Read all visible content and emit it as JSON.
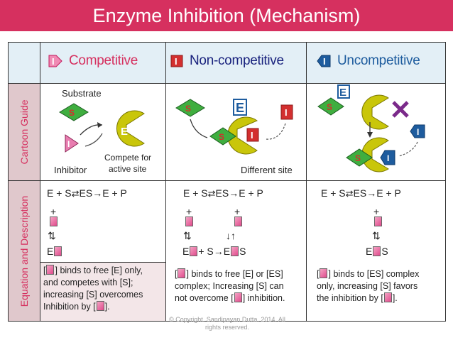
{
  "title": "Enzyme Inhibition (Mechanism)",
  "side_labels": {
    "cartoon": "Cartoon Guide",
    "equation": "Equation and Description"
  },
  "columns": [
    {
      "name": "Competitive",
      "color": "#d6305f",
      "badge": "I"
    },
    {
      "name": "Non-competitive",
      "color": "#1a237e",
      "badge": "I"
    },
    {
      "name": "Uncompetitive",
      "color": "#1e5c9e",
      "badge": "I"
    }
  ],
  "cartoon": {
    "substrate_label": "Substrate",
    "inhibitor_label": "Inhibitor",
    "compete_label_1": "Compete for",
    "compete_label_2": "active site",
    "different_site_label": "Different site",
    "enzyme_letter": "E",
    "substrate_letter": "S",
    "inhibitor_letter": "I"
  },
  "equations": {
    "line1": "E + S",
    "line1b": "ES",
    "line1c": "E + P",
    "plus": "+",
    "comp_bottom": "E",
    "noncomp_bottom_left": "E",
    "noncomp_bottom_plus": "+ S",
    "noncomp_bottom_right_e": "E",
    "noncomp_bottom_right_s": "S",
    "uncomp_bottom_e": "E",
    "uncomp_bottom_s": "S"
  },
  "descriptions": {
    "competitive": [
      "binds to free [E] only,",
      "and competes with [S];",
      "increasing [S] overcomes",
      "Inhibition by ["
    ],
    "noncompetitive": [
      "binds to free [E] or [ES]",
      "complex; Increasing [S] can",
      "not overcome [",
      "] inhibition."
    ],
    "uncompetitive": [
      "binds to [ES] complex",
      "only, increasing [S] favors",
      "the inhibition by ["
    ]
  },
  "copyright": [
    "© Copyright. Sandipayan Dutta. 2014. All",
    "rights reserved."
  ],
  "colors": {
    "accent": "#d6305f",
    "enzyme": "#c7c400",
    "substrate": "#33a02c",
    "inhibitor_red": "#d32f2f",
    "inhibitor_blue": "#1e5c9e"
  }
}
